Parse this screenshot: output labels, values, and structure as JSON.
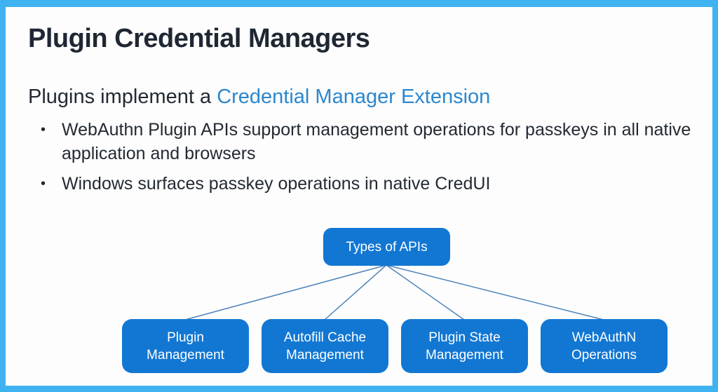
{
  "colors": {
    "frame": "#3fb3f1",
    "slide_background": "#fdfdfd",
    "heading_text": "#1f2733",
    "highlight_text": "#2b87cd",
    "node_fill": "#1277d3",
    "node_text": "#ffffff",
    "connector_line": "#4d83ba"
  },
  "slide": {
    "title": "Plugin Credential Managers",
    "subtitle": {
      "prefix": "Plugins implement a ",
      "highlight": "Credential Manager Extension"
    },
    "bullet_marker": "•",
    "bullets": [
      "WebAuthn Plugin APIs support management operations for passkeys in all native application and browsers",
      "Windows surfaces passkey operations in native CredUI"
    ]
  },
  "diagram": {
    "root": {
      "label": "Types of APIs"
    },
    "children": [
      {
        "label": "Plugin\nManagement"
      },
      {
        "label": "Autofill Cache\nManagement"
      },
      {
        "label": "Plugin State\nManagement"
      },
      {
        "label": "WebAuthN\nOperations"
      }
    ]
  }
}
